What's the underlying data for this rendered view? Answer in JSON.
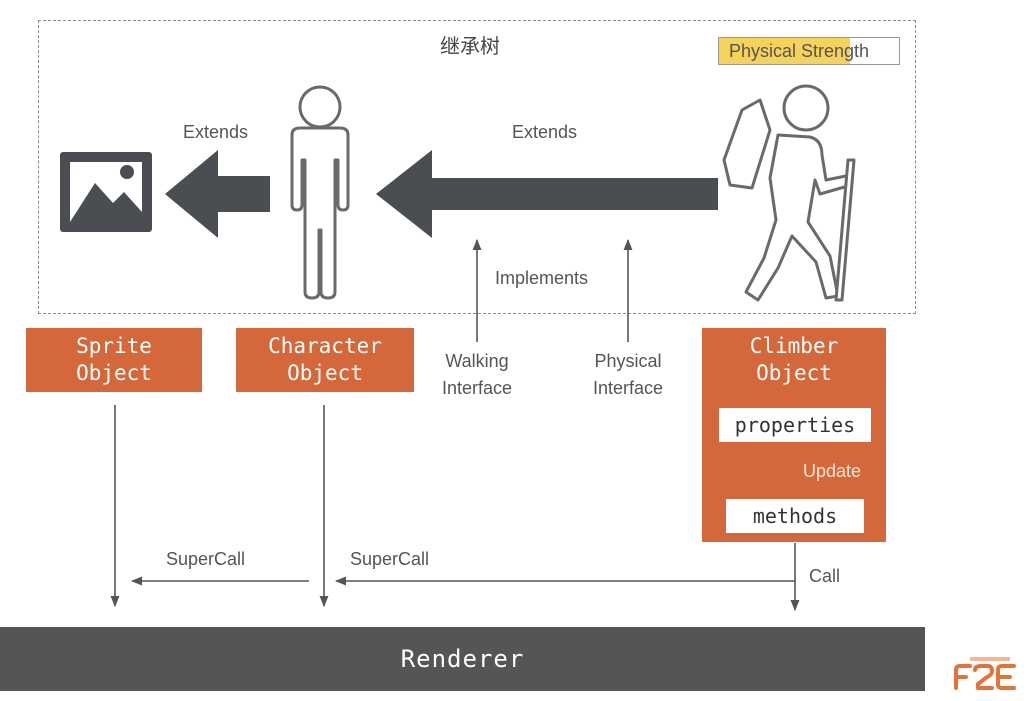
{
  "tree": {
    "title": "继承树",
    "physical_strength": {
      "label": "Physical Strength",
      "fill_fraction": 0.73
    }
  },
  "edges": {
    "extends_left": "Extends",
    "extends_right": "Extends",
    "implements": "Implements",
    "supercall_left": "SuperCall",
    "supercall_right": "SuperCall",
    "call": "Call",
    "update": "Update"
  },
  "interfaces": {
    "walking": [
      "Walking",
      "Interface"
    ],
    "physical": [
      "Physical",
      "Interface"
    ]
  },
  "objects": {
    "sprite": [
      "Sprite",
      "Object"
    ],
    "character": [
      "Character",
      "Object"
    ],
    "climber": [
      "Climber",
      "Object"
    ],
    "properties": "properties",
    "methods": "methods"
  },
  "renderer": "Renderer",
  "icons": {
    "image": "image-icon",
    "person": "person-icon",
    "hiker": "hiker-icon",
    "logo": "f2e-logo-icon"
  },
  "colors": {
    "orange": "#d4683a",
    "arrow_dark": "#4a4d52",
    "renderer_bg": "#555555",
    "highlight": "#f5d25a"
  }
}
